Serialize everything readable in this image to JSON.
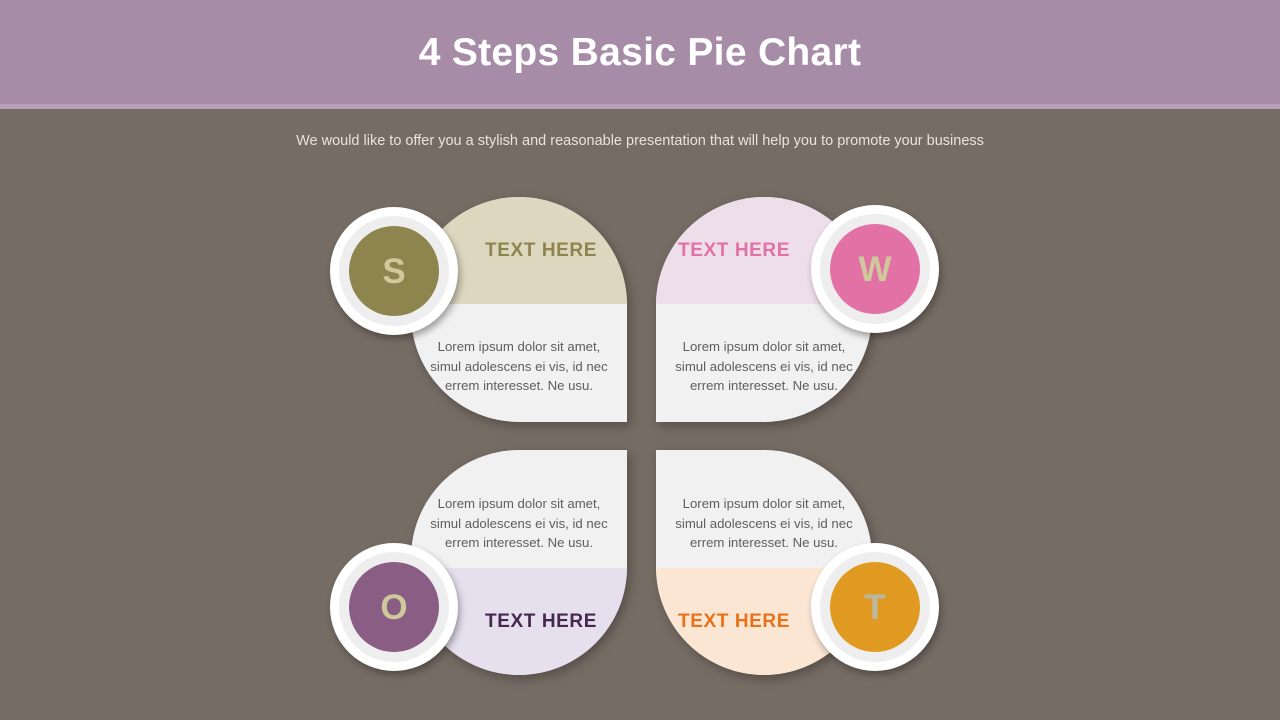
{
  "header": {
    "title": "4 Steps Basic Pie Chart",
    "band_color": "#a78ca8",
    "rule_color": "#b79fba",
    "title_color": "#ffffff"
  },
  "subtitle": "We would like to offer you a stylish and reasonable presentation that will help you to promote your business",
  "background_color": "#756c64",
  "chart_data": {
    "type": "pie",
    "title": "4 Steps Basic Pie Chart",
    "subtitle": "We would like to offer you a stylish and reasonable presentation that will help you to promote your business",
    "categories": [
      "S",
      "W",
      "O",
      "T"
    ],
    "values": [
      25,
      25,
      25,
      25
    ],
    "legend_position": "none",
    "grid": false,
    "segments": [
      {
        "key": "S",
        "position": "top-left",
        "letter": "S",
        "label": "TEXT HERE",
        "body": "Lorem ipsum dolor sit amet, simul adolescens ei vis, id nec errem interesset. Ne usu.",
        "value": 25,
        "badge_color": "#8d854d",
        "letter_color": "#cec89b",
        "band_color": "#ddd7c0",
        "label_color": "#8d854d",
        "panel_color": "#f1f1f1"
      },
      {
        "key": "W",
        "position": "top-right",
        "letter": "W",
        "label": "TEXT HERE",
        "body": "Lorem ipsum dolor sit amet, simul adolescens ei vis, id nec errem interesset. Ne usu.",
        "value": 25,
        "badge_color": "#e272a5",
        "letter_color": "#cec89b",
        "band_color": "#eddeea",
        "label_color": "#e272a5",
        "panel_color": "#f1f1f1"
      },
      {
        "key": "O",
        "position": "bottom-left",
        "letter": "O",
        "label": "TEXT HERE",
        "body": "Lorem ipsum dolor sit amet, simul adolescens ei vis, id nec errem interesset. Ne usu.",
        "value": 25,
        "badge_color": "#8a5d85",
        "letter_color": "#cec89b",
        "band_color": "#e6dfee",
        "label_color": "#46284f",
        "panel_color": "#f1f1f1"
      },
      {
        "key": "T",
        "position": "bottom-right",
        "letter": "T",
        "label": "TEXT HERE",
        "body": "Lorem ipsum dolor sit amet, simul adolescens ei vis, id nec errem interesset. Ne usu.",
        "value": 25,
        "badge_color": "#e09a22",
        "letter_color": "#b9b8a4",
        "band_color": "#fbe6d4",
        "label_color": "#e8711a",
        "panel_color": "#f1f1f1"
      }
    ]
  }
}
